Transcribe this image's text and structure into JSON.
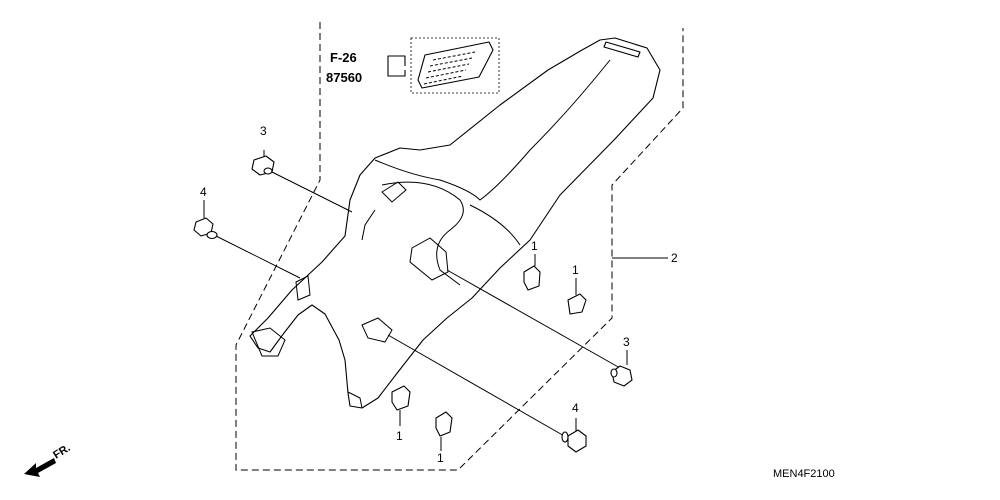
{
  "reference": {
    "section": "F-26",
    "part_number": "87560"
  },
  "callouts": [
    {
      "id": "c1a",
      "text": "1"
    },
    {
      "id": "c1b",
      "text": "1"
    },
    {
      "id": "c1c",
      "text": "1"
    },
    {
      "id": "c1d",
      "text": "1"
    },
    {
      "id": "c2",
      "text": "2"
    },
    {
      "id": "c3a",
      "text": "3"
    },
    {
      "id": "c3b",
      "text": "3"
    },
    {
      "id": "c4a",
      "text": "4"
    },
    {
      "id": "c4b",
      "text": "4"
    }
  ],
  "direction_label": "FR.",
  "drawing_code": "MEN4F2100"
}
